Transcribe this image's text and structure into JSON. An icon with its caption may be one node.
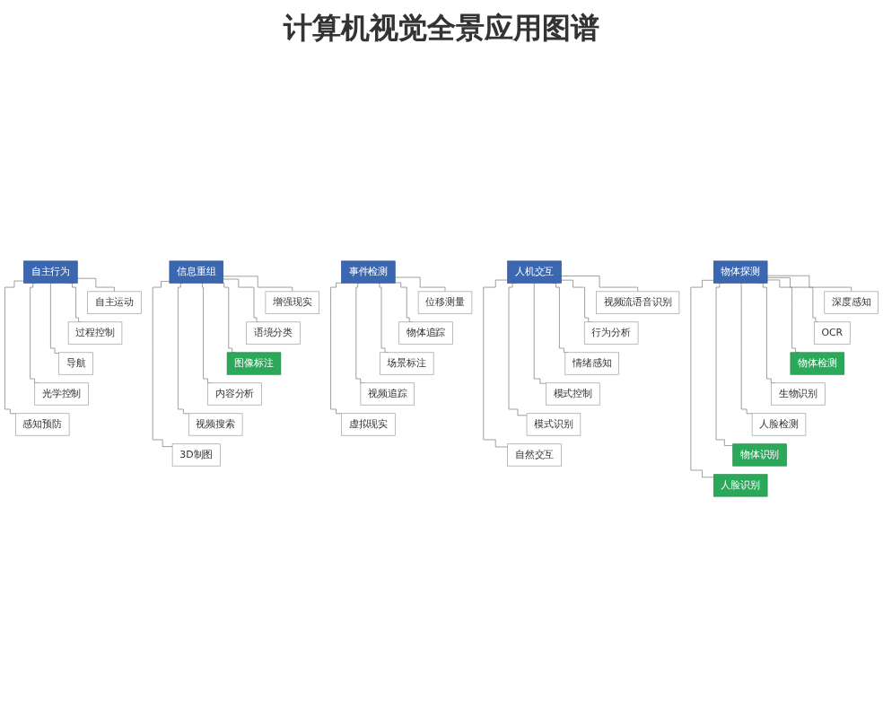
{
  "diagram": {
    "title": "计算机视觉全景应用图谱",
    "nodes": [
      {
        "text": [
          "自主行为"
        ]
      },
      {
        "text": [
          "自主运动"
        ]
      },
      {
        "text": [
          "过程控制"
        ]
      },
      {
        "text": [
          "导航"
        ]
      },
      {
        "text": [
          "光学控制"
        ]
      },
      {
        "text": [
          "感知预防"
        ]
      },
      {
        "text": [
          "信息重组"
        ]
      },
      {
        "text": [
          "增强现实"
        ]
      },
      {
        "text": [
          "语境分类"
        ]
      },
      {
        "text": [
          "图像标注"
        ]
      },
      {
        "text": [
          "内容分析"
        ]
      },
      {
        "text": [
          "视频搜索"
        ]
      },
      {
        "text": [
          "3D制图"
        ]
      },
      {
        "text": [
          "人机交互"
        ]
      },
      {
        "text": [
          "视频流语音识别"
        ]
      },
      {
        "text": [
          "行为分析"
        ]
      },
      {
        "text": [
          "情绪感知"
        ]
      },
      {
        "text": [
          "模式控制"
        ]
      },
      {
        "text": [
          "模式识别"
        ]
      },
      {
        "text": [
          "自然交互"
        ]
      },
      {
        "text": [
          "事件检测"
        ]
      },
      {
        "text": [
          "位移测量"
        ]
      },
      {
        "text": [
          "物体追踪"
        ]
      },
      {
        "text": [
          "场景标注"
        ]
      },
      {
        "text": [
          "视频追踪"
        ]
      },
      {
        "text": [
          "虚拟现实"
        ]
      },
      {
        "text": [
          "物体探测"
        ]
      },
      {
        "text": [
          "深度感知"
        ]
      },
      {
        "text": [
          "OCR"
        ]
      },
      {
        "text": [
          "物体检测"
        ]
      },
      {
        "text": [
          "生物识别"
        ]
      },
      {
        "text": [
          "人脸检测"
        ]
      },
      {
        "text": [
          "物体识别"
        ]
      },
      {
        "text": [
          "人脸识别"
        ]
      }
    ],
    "edges": [
      {
        "from": 0,
        "to": 1,
        "arrow": "none"
      },
      {
        "from": 0,
        "to": 2,
        "arrow": "none"
      },
      {
        "from": 0,
        "to": 3,
        "arrow": "none"
      },
      {
        "from": 0,
        "to": 4,
        "arrow": "none"
      },
      {
        "from": 0,
        "to": 5,
        "arrow": "none"
      },
      {
        "from": 6,
        "to": 7,
        "arrow": "none"
      },
      {
        "from": 6,
        "to": 8,
        "arrow": "none"
      },
      {
        "from": 6,
        "to": 9,
        "arrow": "none"
      },
      {
        "from": 6,
        "to": 10,
        "arrow": "none"
      },
      {
        "from": 6,
        "to": 11,
        "arrow": "none"
      },
      {
        "from": 6,
        "to": 12,
        "arrow": "none"
      },
      {
        "from": 13,
        "to": 14,
        "arrow": "none"
      },
      {
        "from": 13,
        "to": 15,
        "arrow": "none"
      },
      {
        "from": 13,
        "to": 16,
        "arrow": "none"
      },
      {
        "from": 13,
        "to": 17,
        "arrow": "none"
      },
      {
        "from": 13,
        "to": 18,
        "arrow": "none"
      },
      {
        "from": 13,
        "to": 19,
        "arrow": "none"
      },
      {
        "from": 20,
        "to": 21,
        "arrow": "none"
      },
      {
        "from": 20,
        "to": 22,
        "arrow": "none"
      },
      {
        "from": 20,
        "to": 23,
        "arrow": "none"
      },
      {
        "from": 20,
        "to": 24,
        "arrow": "none"
      },
      {
        "from": 20,
        "to": 25,
        "arrow": "none"
      },
      {
        "from": 26,
        "to": 27,
        "arrow": "none"
      },
      {
        "from": 26,
        "to": 28,
        "arrow": "none"
      },
      {
        "from": 26,
        "to": 29,
        "arrow": "none"
      },
      {
        "from": 26,
        "to": 30,
        "arrow": "none"
      },
      {
        "from": 26,
        "to": 31,
        "arrow": "none"
      },
      {
        "from": 26,
        "to": 32,
        "arrow": "none"
      },
      {
        "from": 26,
        "to": 33,
        "arrow": "none"
      }
    ]
  }
}
